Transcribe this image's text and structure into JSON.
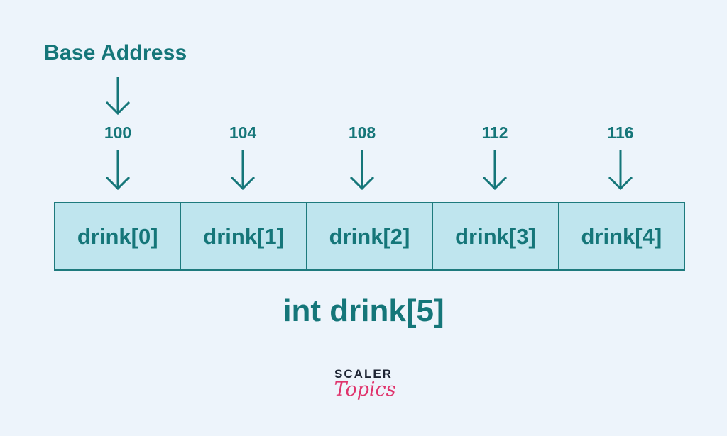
{
  "diagram": {
    "base_label": "Base Address",
    "addresses": [
      "100",
      "104",
      "108",
      "112",
      "116"
    ],
    "cells": [
      "drink[0]",
      "drink[1]",
      "drink[2]",
      "drink[3]",
      "drink[4]"
    ],
    "declaration": "int drink[5]"
  },
  "logo": {
    "top": "SCALER",
    "bottom": "Topics"
  },
  "colors": {
    "background": "#edf4fb",
    "teal": "#157679",
    "cell_fill": "#bfe5ee",
    "logo_dark": "#1d2433",
    "logo_pink": "#e0336c"
  }
}
